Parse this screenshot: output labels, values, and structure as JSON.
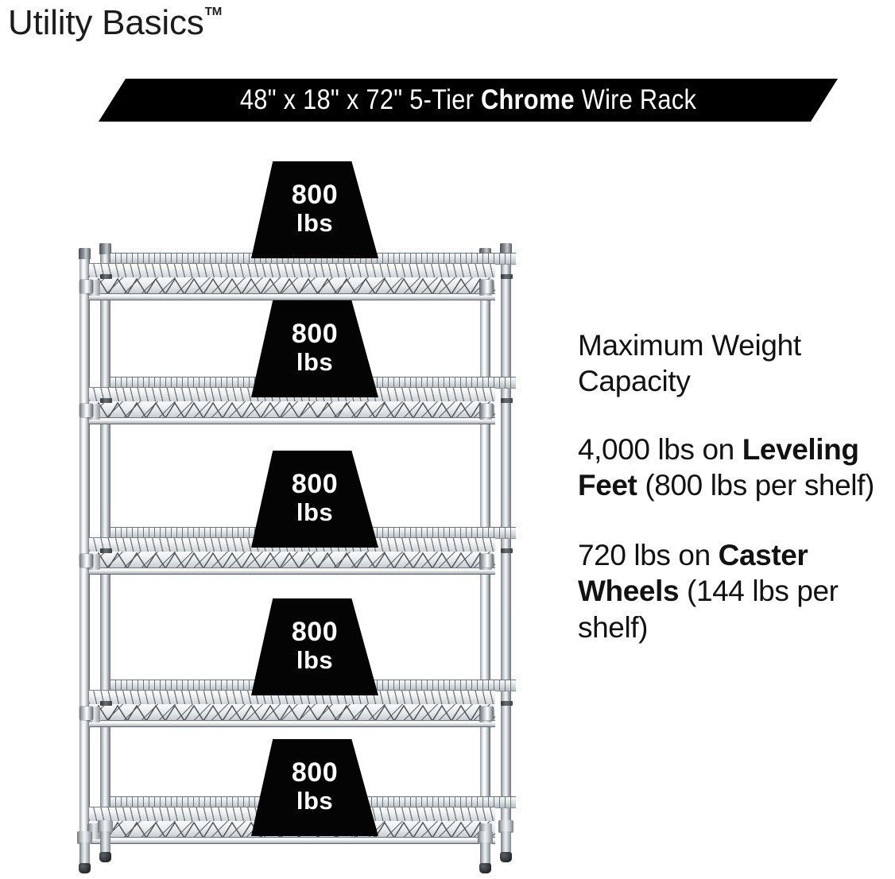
{
  "brand": {
    "name": "Utility Basics",
    "trademark": "TM"
  },
  "banner": {
    "dimensions": "48\" x 18\" x 72\"",
    "tier": "5-Tier",
    "finish": "Chrome",
    "product": "Wire Rack",
    "full_text": "48\" x 18\" x 72\" 5-Tier Chrome Wire Rack",
    "background_color": "#000000",
    "text_color": "#ffffff"
  },
  "rack": {
    "tiers": 5,
    "finish": "chrome",
    "shelf_callouts": [
      {
        "value": "800",
        "unit": "lbs"
      },
      {
        "value": "800",
        "unit": "lbs"
      },
      {
        "value": "800",
        "unit": "lbs"
      },
      {
        "value": "800",
        "unit": "lbs"
      },
      {
        "value": "800",
        "unit": "lbs"
      }
    ],
    "callout_bg_color": "#040404",
    "callout_text_color": "#ffffff",
    "feet": "leveling-feet"
  },
  "info": {
    "heading": "Maximum Weight Capacity",
    "leveling": {
      "total": "4,000 lbs on ",
      "emphasis": "Leveling Feet",
      "detail": " (800 lbs per shelf)"
    },
    "caster": {
      "total": "720 lbs on ",
      "emphasis": "Caster Wheels",
      "detail": " (144 lbs per shelf)"
    },
    "text_color": "#121212"
  }
}
